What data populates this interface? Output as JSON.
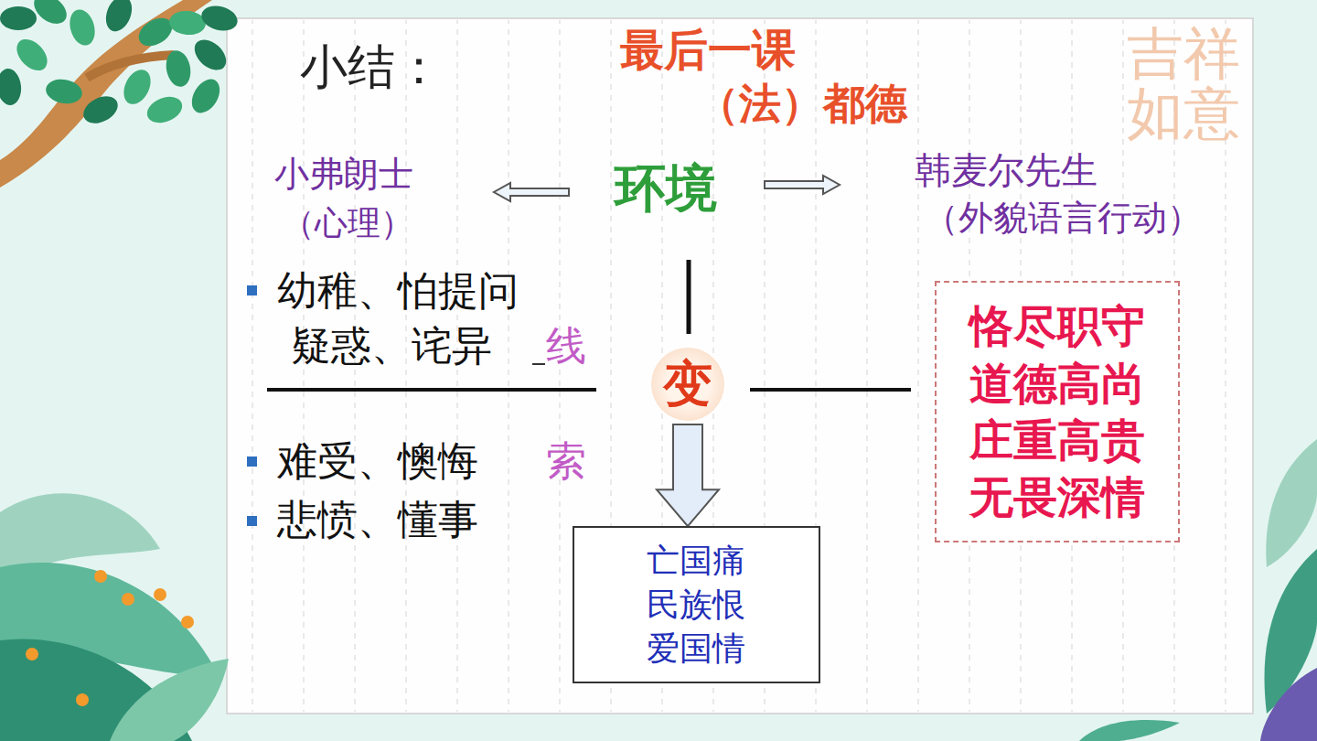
{
  "diagram": {
    "title": "小结：",
    "nodes": [
      {
        "text": [
          "恪尽职守 道德高尚 庄重高贵 无畏深情"
        ]
      },
      {
        "text": [
          "变"
        ]
      },
      {
        "text": [
          "亡国痛 民族恨 爱国情"
        ]
      }
    ],
    "edges": [
      {
        "from": 1,
        "to": 2,
        "arrow": "to"
      },
      {
        "from": 1,
        "to": 0,
        "arrow": "none"
      }
    ],
    "labels": [
      "最后一课",
      "（法）都德",
      "小弗朗士",
      "（心理）",
      "环境",
      "韩麦尔先生",
      "（外貌语言行动）",
      "幼稚、怕提问",
      "疑惑、诧异",
      "线",
      "难受、懊悔",
      "索",
      "悲愤、懂事",
      "吉祥如意"
    ]
  }
}
